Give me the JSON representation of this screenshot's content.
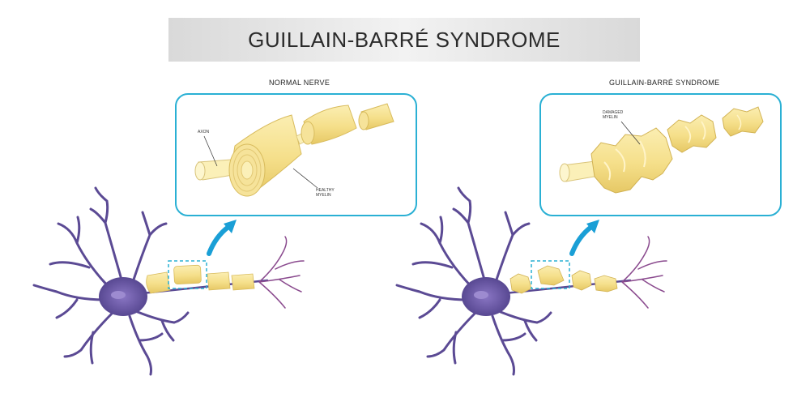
{
  "title": "GUILLAIN-BARRÉ SYNDROME",
  "panels": {
    "normal": {
      "heading": "NORMAL NERVE",
      "axon_label": "AXON",
      "myelin_label_line1": "HEALTHY",
      "myelin_label_line2": "MYELIN"
    },
    "gbs": {
      "heading": "GUILLAIN-BARRÉ SYNDROME",
      "myelin_label_line1": "DAMAGED",
      "myelin_label_line2": "MYELIN"
    }
  },
  "colors": {
    "panel_border": "#2ab0d4",
    "arrow": "#1a9fd6",
    "neuron": "#5b4a94",
    "myelin": "#f7e49a",
    "myelin_dark": "#e8cc6a",
    "axon": "#fbf0b8",
    "title_band": "#e0e0e0"
  }
}
